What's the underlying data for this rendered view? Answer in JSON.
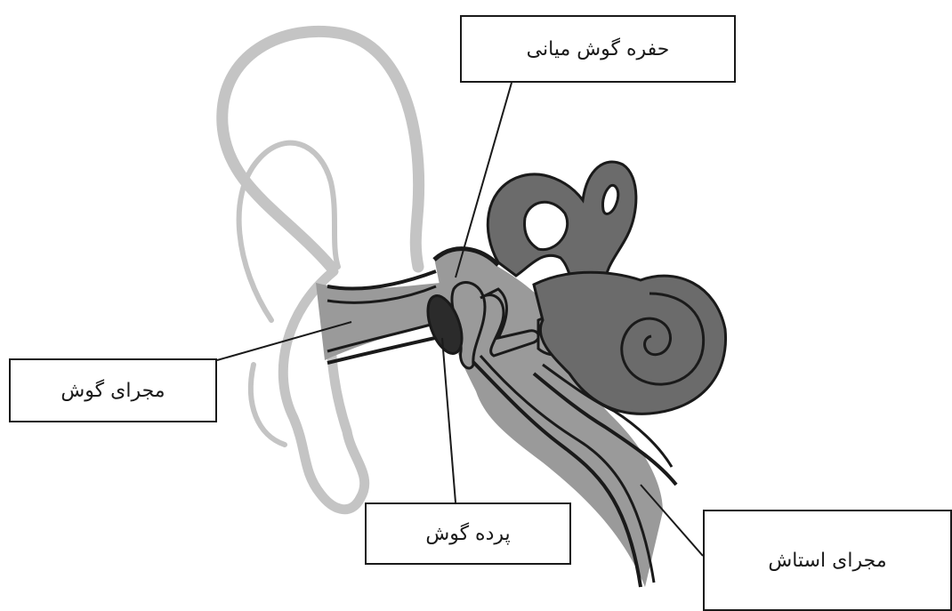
{
  "labels": {
    "middle_ear_cavity": "حفره گوش میانی",
    "ear_canal": "مجرای گوش",
    "eardrum": "پرده گوش",
    "eustachian_tube": "مجرای استاش"
  },
  "colors": {
    "outline": "#1a1a1a",
    "pinna": "#c4c4c4",
    "canal_fill": "#9a9a9a",
    "inner_ear": "#6b6b6b",
    "eardrum": "#2b2b2b",
    "background": "#ffffff"
  }
}
